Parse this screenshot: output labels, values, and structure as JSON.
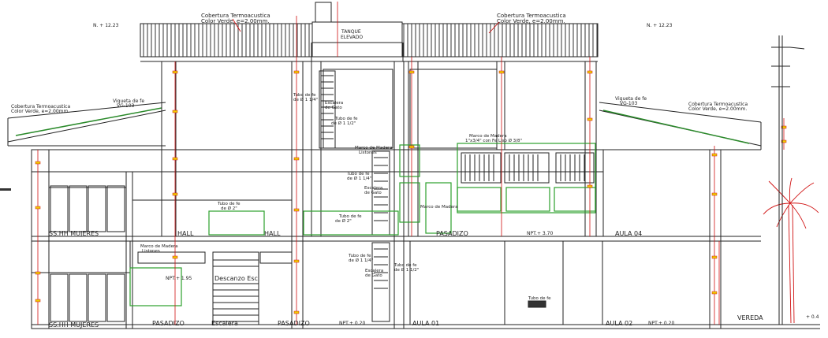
{
  "roof": {
    "left_title": "Cobertura Termoacustica",
    "left_sub": "Color Verde, e=2.00mm.",
    "right_title": "Cobertura Termoacustica",
    "right_sub": "Color Verde, e=2.00mm."
  },
  "levels": {
    "top_left": "N. + 12.23",
    "top_right": "N. + 12.23",
    "right_edge": "+ 0.4"
  },
  "tank": {
    "line1": "TANQUE",
    "line2": "ELEVADO"
  },
  "eaves": {
    "left_title": "Cobertura Termoacustica",
    "left_sub": "Color Verde, e=2.00mm.",
    "right_title": "Cobertura Termoacustica",
    "right_sub": "Color Verde, e=2.00mm."
  },
  "vigueta": {
    "left_1": "Vigueta de fe",
    "left_2": "VG-103",
    "right_1": "Vigueta de fe",
    "right_2": "VG-103"
  },
  "notes": {
    "tubo_114_top_1": "Tubo de fe",
    "tubo_114_top_2": "de Ø 1 1/4\"",
    "escalera_gato_1": "Escalera",
    "escalera_gato_2": "de Gato",
    "tubo_112_1": "Tubo de fe",
    "tubo_112_2": "de Ø 1 1/2\"",
    "marco_madera_1": "Marco de Madera",
    "marco_madera_2": "Listones",
    "tubo_114_mid_1": "Tubo de fe",
    "tubo_114_mid_2": "de Ø 1 1/4\"",
    "escalera_mid_1": "Escalera",
    "escalera_mid_2": "de Gato",
    "tubo_2_left_1": "Tubo de fe",
    "tubo_2_left_2": "de Ø 2\"",
    "tubo_2_mid_1": "Tubo de fe",
    "tubo_2_mid_2": "de Ø 2\"",
    "marco_right_1": "Marco de Madera",
    "marco_right_2": "1\"x3/4\" con Fe Liso Ø 3/8\"",
    "marco_lower_1": "Marco de Madera",
    "marco_lower_2": "Listones",
    "tubo_lower_1": "Tubo de fe",
    "tubo_lower_2": "de Ø 1 1/4\"",
    "escalera_lower_1": "Escalera",
    "escalera_lower_2": "de Gato",
    "tubo_lower_112_1": "Tubo de fe",
    "tubo_lower_112_2": "de Ø 1 1/2\"",
    "marco_aula": "Marco de Madera",
    "tubo_aula": "Tubo de fe"
  },
  "rooms_upper": {
    "sshh": "SS.HH MUJERES",
    "hall1": "HALL",
    "hall2": "HALL",
    "pasadizo": "PASADIZO",
    "npt": "NPT.+ 3.70",
    "aula": "AULA 04"
  },
  "rooms_lower": {
    "sshh": "SS.HH MUJERES",
    "pasadizo1": "PASADIZO",
    "escalera": "Escalera",
    "pasadizo2": "PASADIZO",
    "npt1": "NPT.+ 0.20",
    "aula1": "AULA 01",
    "aula2": "AULA 02",
    "npt2": "NPT.+ 0.20",
    "vereda": "VEREDA"
  },
  "landing": {
    "npt": "NPT.+ 1.95",
    "label": "Descanzo Esc."
  }
}
